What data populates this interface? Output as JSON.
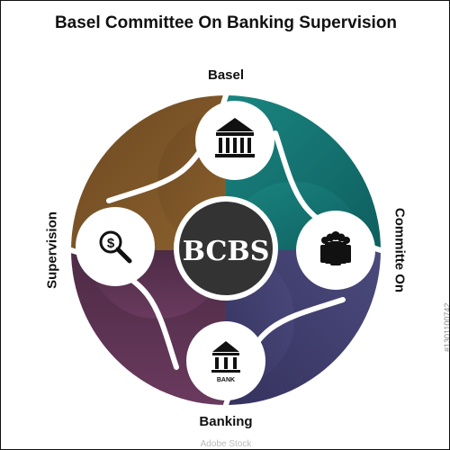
{
  "title": "Basel Committee On Banking Supervision",
  "center_label": "BCBS",
  "segments": [
    {
      "label": "Basel",
      "icon": "bank-building-icon",
      "color": "#7b5427"
    },
    {
      "label": "Committe On",
      "icon": "group-of-people-icon",
      "color": "#127070"
    },
    {
      "label": "Banking",
      "icon": "bank-icon",
      "color": "#403d6e"
    },
    {
      "label": "Supervision",
      "icon": "dollar-magnifier-icon",
      "color": "#5a3150"
    }
  ],
  "bank_icon_caption": "BANK",
  "center_color": "#333333",
  "watermark": "Adobe Stock",
  "stock_id": "#1301100742"
}
